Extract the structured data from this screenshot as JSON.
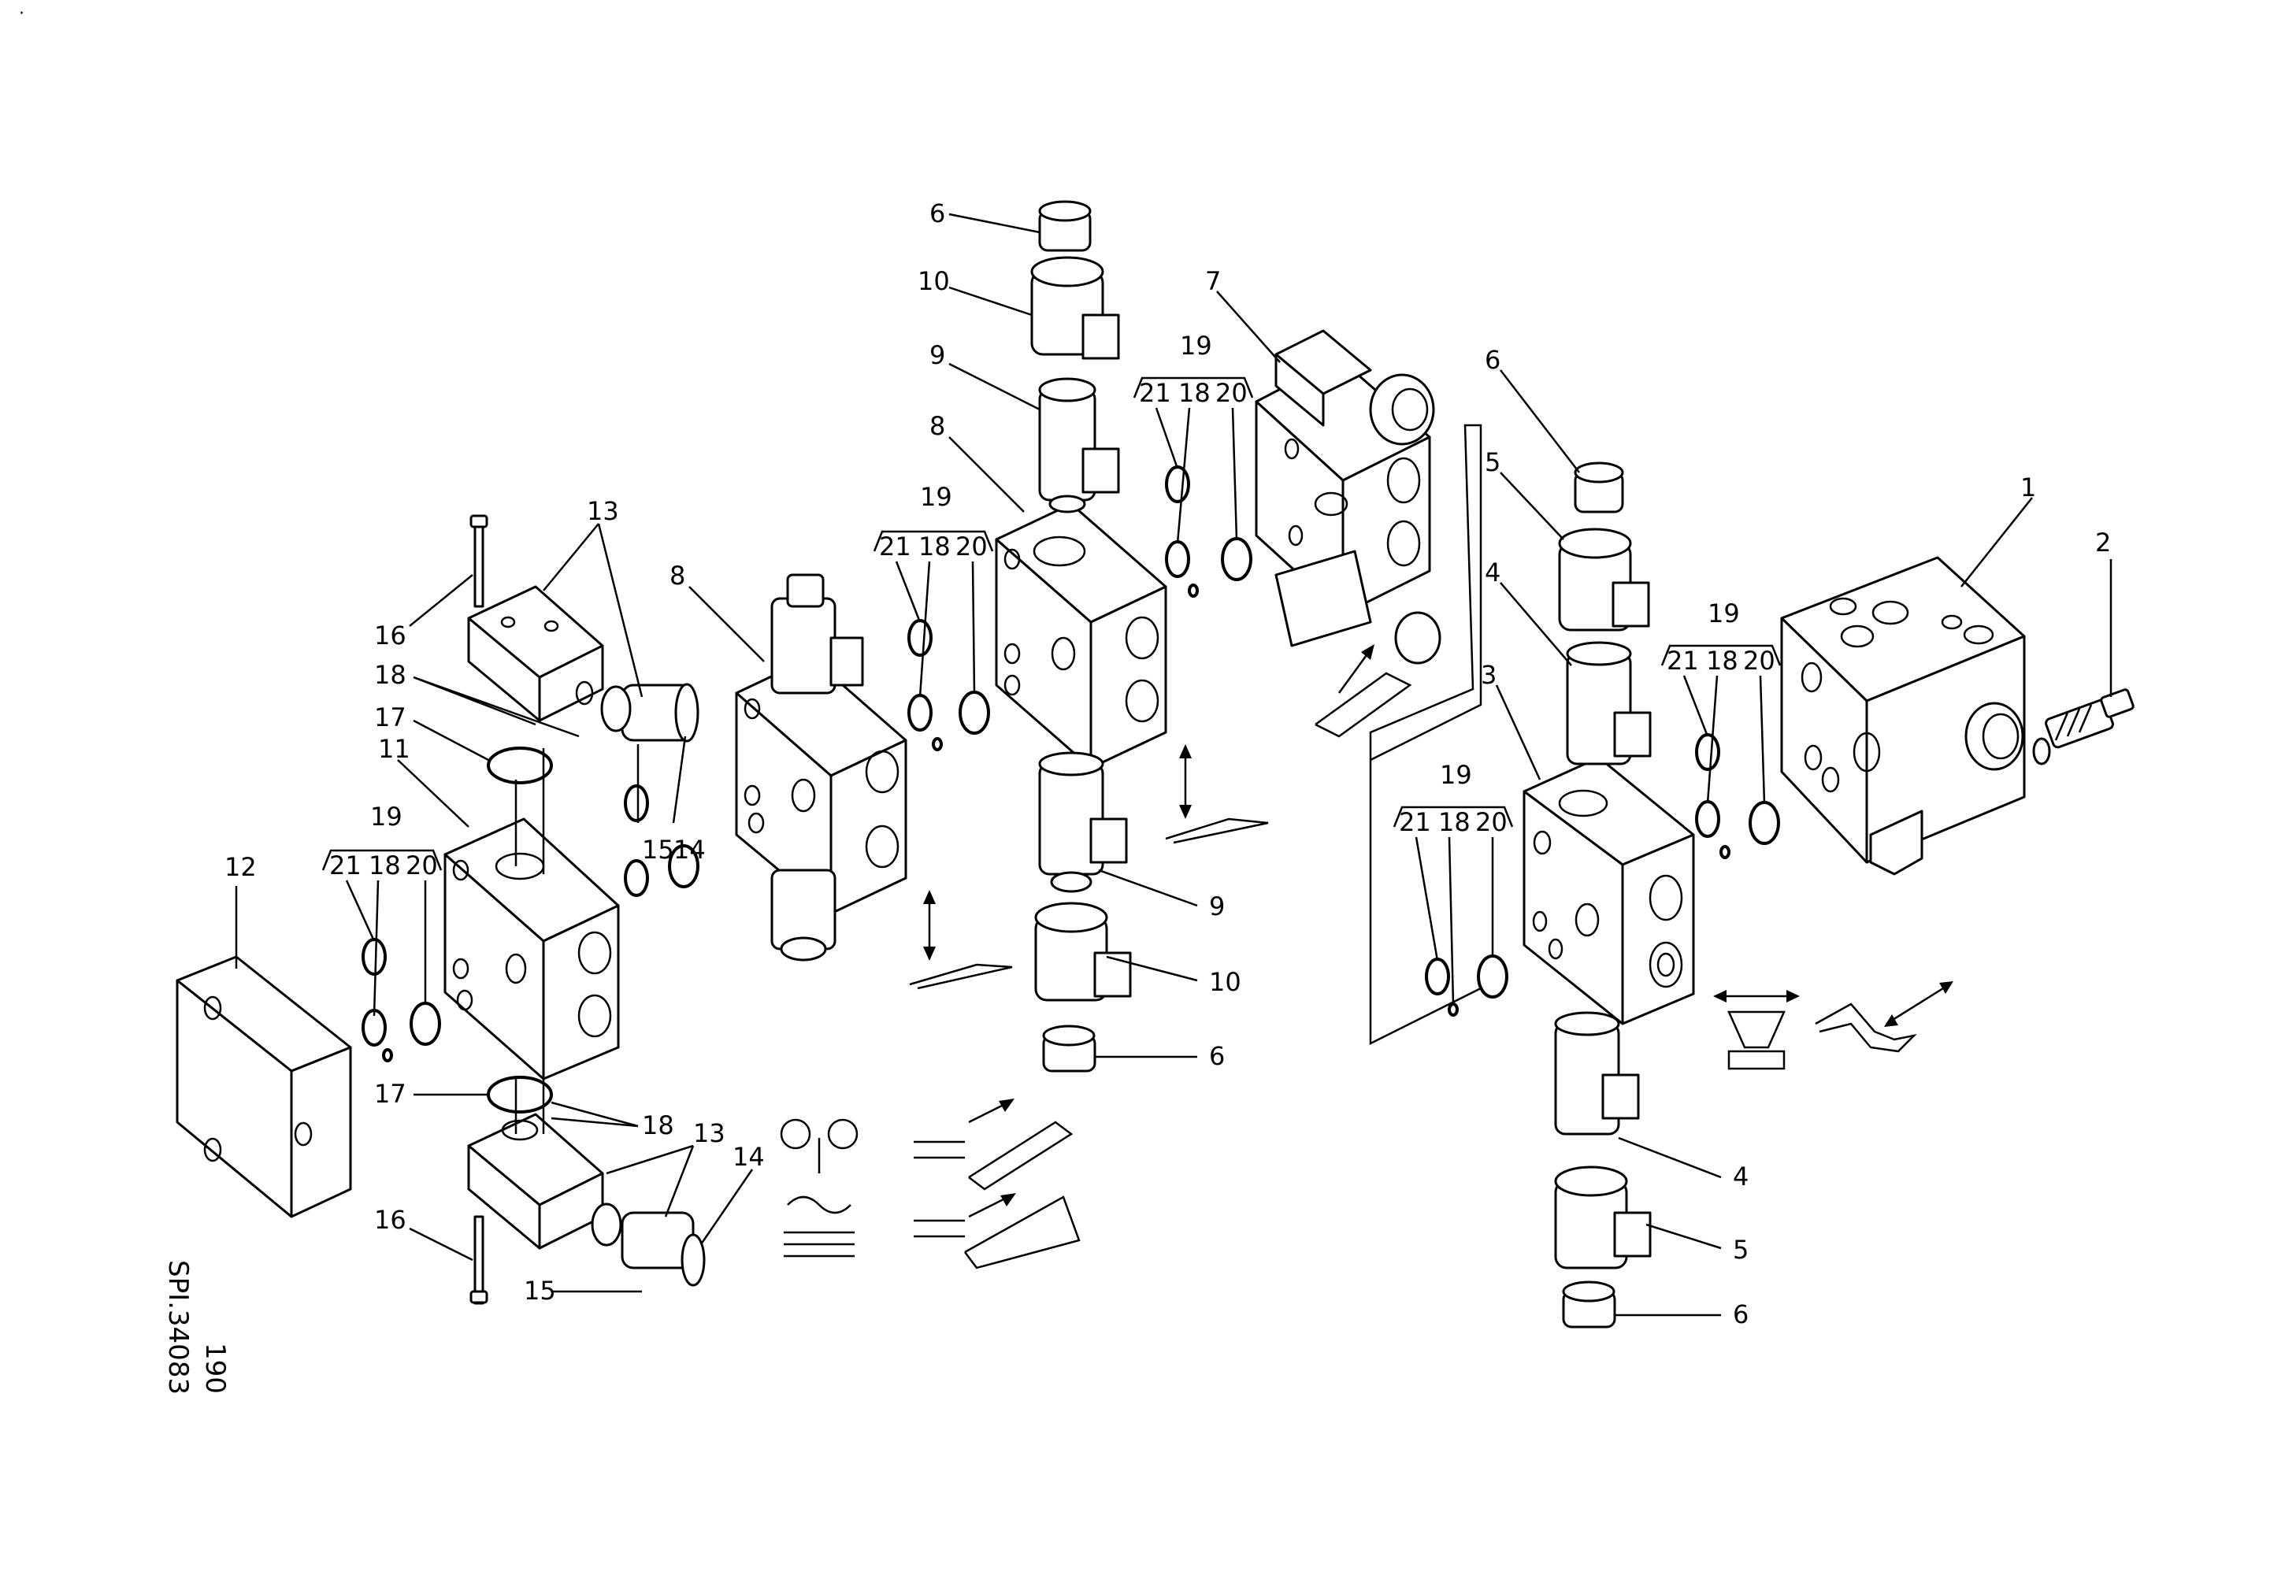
{
  "drawing": {
    "code": "SPI.34083",
    "sheet": "190",
    "corner_mark": "·"
  },
  "callouts": [
    {
      "id": "c1",
      "text": "1"
    },
    {
      "id": "c2",
      "text": "2"
    },
    {
      "id": "c3",
      "text": "3"
    },
    {
      "id": "c4a",
      "text": "4"
    },
    {
      "id": "c4b",
      "text": "4"
    },
    {
      "id": "c5a",
      "text": "5"
    },
    {
      "id": "c5b",
      "text": "5"
    },
    {
      "id": "c6a",
      "text": "6"
    },
    {
      "id": "c6b",
      "text": "6"
    },
    {
      "id": "c6c",
      "text": "6"
    },
    {
      "id": "c6d",
      "text": "6"
    },
    {
      "id": "c7",
      "text": "7"
    },
    {
      "id": "c8a",
      "text": "8"
    },
    {
      "id": "c8b",
      "text": "8"
    },
    {
      "id": "c9a",
      "text": "9"
    },
    {
      "id": "c9b",
      "text": "9"
    },
    {
      "id": "c10a",
      "text": "10"
    },
    {
      "id": "c10b",
      "text": "10"
    },
    {
      "id": "c11",
      "text": "11"
    },
    {
      "id": "c12",
      "text": "12"
    },
    {
      "id": "c13a",
      "text": "13"
    },
    {
      "id": "c13b",
      "text": "13"
    },
    {
      "id": "c14a",
      "text": "14"
    },
    {
      "id": "c14b",
      "text": "14"
    },
    {
      "id": "c15a",
      "text": "15"
    },
    {
      "id": "c15b",
      "text": "15"
    },
    {
      "id": "c16a",
      "text": "16"
    },
    {
      "id": "c16b",
      "text": "16"
    },
    {
      "id": "c17a",
      "text": "17"
    },
    {
      "id": "c17b",
      "text": "17"
    },
    {
      "id": "c18a",
      "text": "18"
    },
    {
      "id": "c18b",
      "text": "18"
    }
  ],
  "seal_groups": [
    {
      "group": "19",
      "items": [
        "21",
        "18",
        "20"
      ]
    },
    {
      "group": "19",
      "items": [
        "21",
        "18",
        "20"
      ]
    },
    {
      "group": "19",
      "items": [
        "21",
        "18",
        "20"
      ]
    },
    {
      "group": "19",
      "items": [
        "21",
        "18",
        "20"
      ]
    },
    {
      "group": "19",
      "items": [
        "21",
        "18",
        "20"
      ]
    }
  ],
  "icons": [
    "up-down-arrow-lever-icon",
    "up-down-arrow-lever-icon",
    "crawler-track-icon",
    "crawler-track-icon",
    "crawler-belt-icon",
    "bucket-tilt-icon",
    "boom-swing-icon",
    "hand-control-icon"
  ]
}
